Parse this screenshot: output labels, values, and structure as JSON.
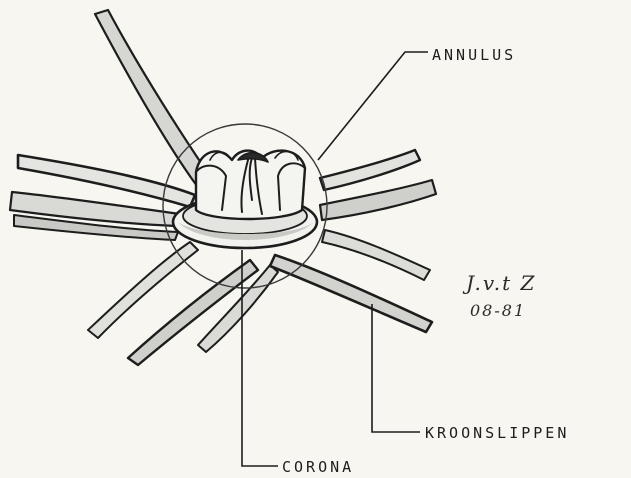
{
  "labels": {
    "annulus": "ANNULUS",
    "kroonslippen": "KROONSLIPPEN",
    "corona": "CORONA"
  },
  "signature": {
    "name": "J.v.t Z",
    "date": "08-81"
  },
  "colors": {
    "paper": "#f7f6f1",
    "ink": "#1b1b1b",
    "shade": "#cfcfcb"
  }
}
